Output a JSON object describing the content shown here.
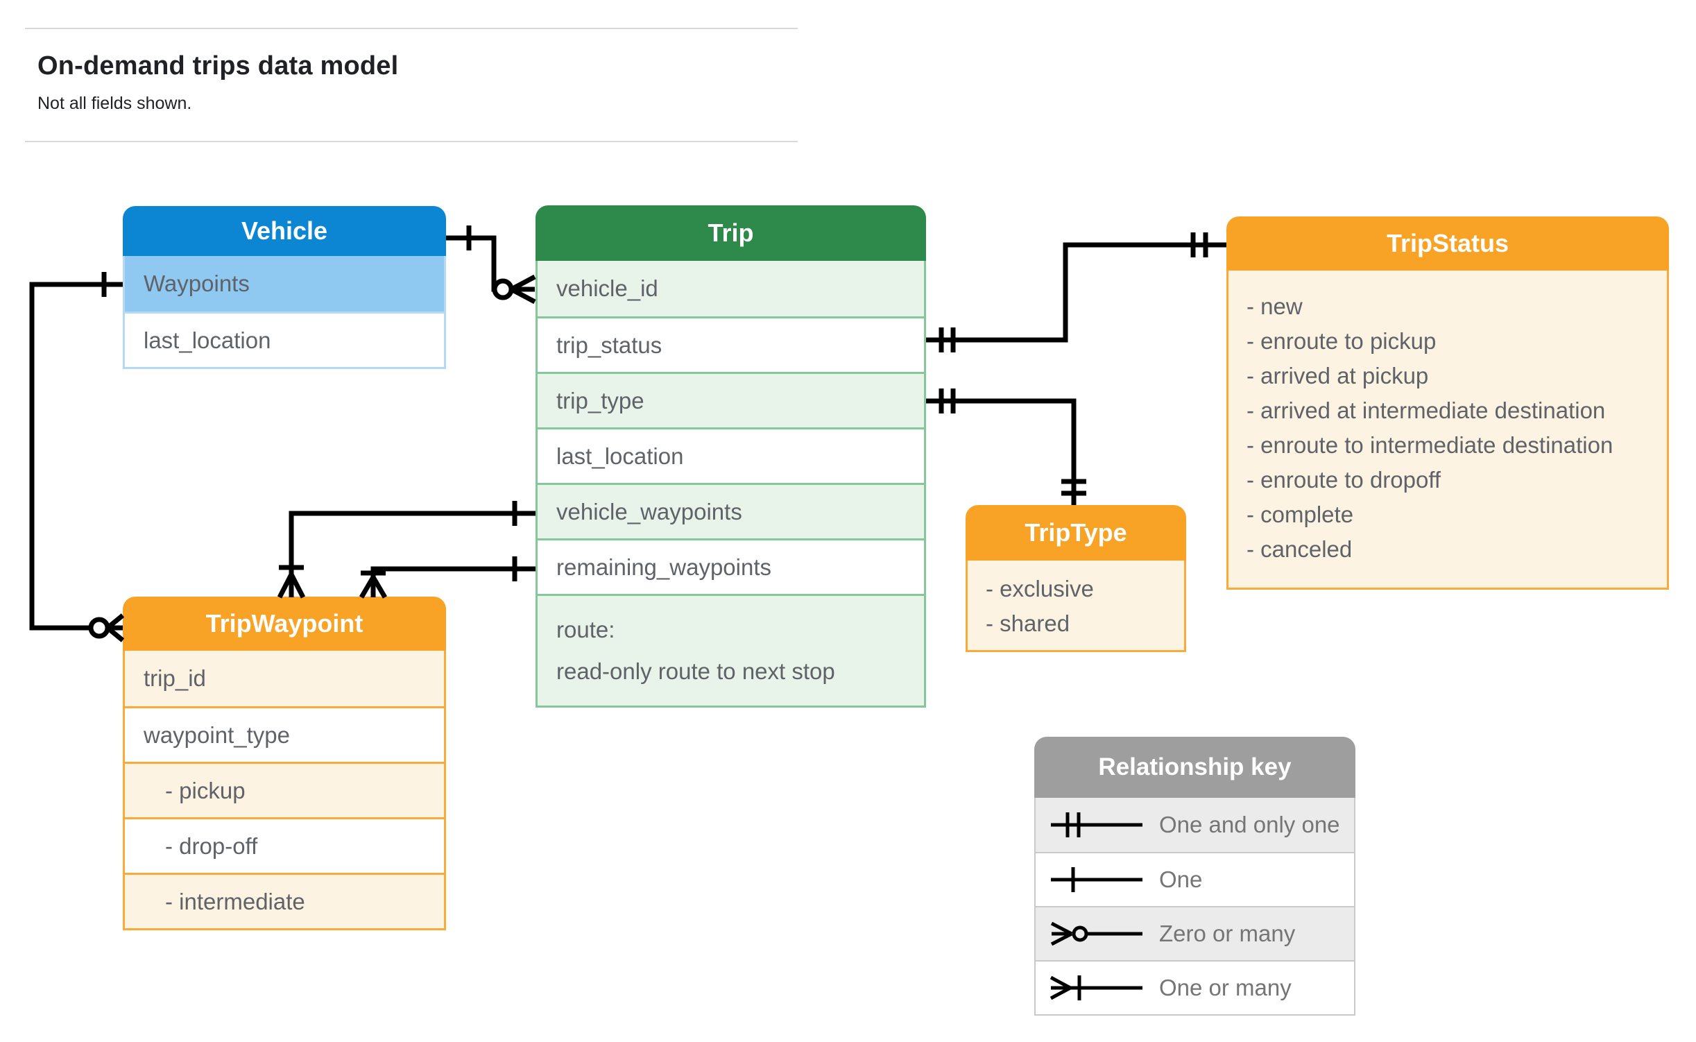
{
  "header": {
    "title": "On-demand trips data model",
    "subtitle": "Not all fields shown."
  },
  "entities": {
    "vehicle": {
      "title": "Vehicle",
      "rows": {
        "waypoints": "Waypoints",
        "last_location": "last_location"
      }
    },
    "trip": {
      "title": "Trip",
      "rows": {
        "vehicle_id": "vehicle_id",
        "trip_status": "trip_status",
        "trip_type": "trip_type",
        "last_location": "last_location",
        "vehicle_waypoints": "vehicle_waypoints",
        "remaining_waypoints": "remaining_waypoints",
        "route_line1": "route:",
        "route_line2": "read-only route to next stop"
      }
    },
    "trip_status": {
      "title": "TripStatus",
      "values": [
        "- new",
        "- enroute to pickup",
        "- arrived at pickup",
        "- arrived at intermediate destination",
        "- enroute to intermediate destination",
        "- enroute to dropoff",
        "- complete",
        "- canceled"
      ]
    },
    "trip_type": {
      "title": "TripType",
      "values": [
        "- exclusive",
        "- shared"
      ]
    },
    "trip_waypoint": {
      "title": "TripWaypoint",
      "rows": {
        "trip_id": "trip_id",
        "waypoint_type": "waypoint_type",
        "pickup": "- pickup",
        "drop_off": "- drop-off",
        "intermediate": "- intermediate"
      }
    }
  },
  "legend": {
    "title": "Relationship key",
    "items": [
      {
        "symbol": "one-and-only-one-icon",
        "label": "One and only one"
      },
      {
        "symbol": "one-icon",
        "label": "One"
      },
      {
        "symbol": "zero-or-many-icon",
        "label": "Zero or many"
      },
      {
        "symbol": "one-or-many-icon",
        "label": "One or many"
      }
    ]
  },
  "relationships": [
    {
      "from": "Vehicle",
      "to": "Trip.vehicle_id",
      "from_cardinality": "one",
      "to_cardinality": "zero-or-many"
    },
    {
      "from": "Vehicle.Waypoints",
      "to": "TripWaypoint",
      "from_cardinality": "one",
      "to_cardinality": "zero-or-many"
    },
    {
      "from": "Trip.trip_status",
      "to": "TripStatus",
      "from_cardinality": "one-and-only-one",
      "to_cardinality": "one-and-only-one"
    },
    {
      "from": "Trip.trip_type",
      "to": "TripType",
      "from_cardinality": "one-and-only-one",
      "to_cardinality": "one-and-only-one"
    },
    {
      "from": "Trip.vehicle_waypoints",
      "to": "TripWaypoint",
      "from_cardinality": "one",
      "to_cardinality": "one-or-many"
    },
    {
      "from": "Trip.remaining_waypoints",
      "to": "TripWaypoint",
      "from_cardinality": "one",
      "to_cardinality": "one-or-many"
    }
  ],
  "colors": {
    "blue_header": "#0c86d3",
    "blue_row": "#8fc9f1",
    "blue_border": "#b5d8f3",
    "green_header": "#2e8a4a",
    "green_row": "#e8f3ea",
    "green_border": "#86c79a",
    "orange_header": "#f8a325",
    "orange_row": "#fdf3e3",
    "orange_border": "#f8ab38",
    "gray_header": "#9e9e9e",
    "gray_row": "#ebebeb",
    "gray_border": "#c9c9c9",
    "text_dark": "#202124",
    "text_row": "#5f6368",
    "text_legend": "#757575",
    "line": "#000000"
  }
}
